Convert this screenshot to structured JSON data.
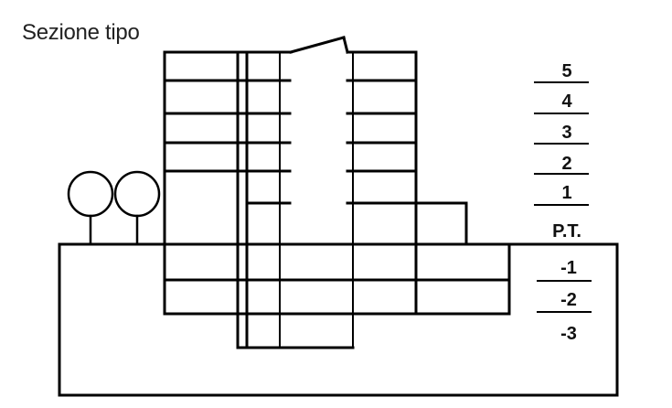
{
  "title": "Sezione tipo",
  "levels": [
    "5",
    "4",
    "3",
    "2",
    "1",
    "P.T.",
    "-1",
    "-2",
    "-3"
  ],
  "colors": {
    "line": "#000000",
    "text": "#111111",
    "background": "#ffffff"
  }
}
